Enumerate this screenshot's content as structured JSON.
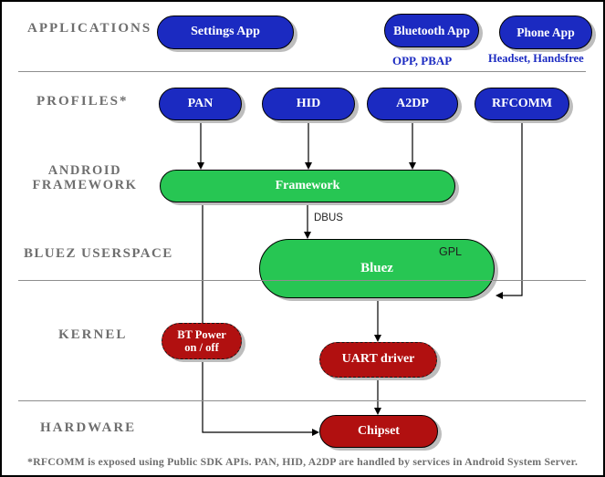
{
  "colors": {
    "blue": "#1b2ac1",
    "green": "#27c653",
    "red": "#b11010",
    "label": "#6e6e6e",
    "caption": "#1b2ac1",
    "shadow": "#bdbdbd",
    "divider": "#8e8e8e"
  },
  "sections": {
    "applications": "APPLICATIONS",
    "profiles": "PROFILES*",
    "android_framework": "ANDROID FRAMEWORK",
    "bluez_userspace": "BLUEZ USERSPACE",
    "kernel": "KERNEL",
    "hardware": "HARDWARE"
  },
  "nodes": {
    "settings_app": "Settings App",
    "bluetooth_app": "Bluetooth App",
    "phone_app": "Phone App",
    "pan": "PAN",
    "hid": "HID",
    "a2dp": "A2DP",
    "rfcomm": "RFCOMM",
    "framework": "Framework",
    "bluez": "Bluez",
    "bt_power_line1": "BT Power",
    "bt_power_line2": "on / off",
    "uart_driver": "UART driver",
    "chipset": "Chipset"
  },
  "captions": {
    "bluetooth_app_profiles": "OPP, PBAP",
    "phone_app_profiles": "Headset, Handsfree",
    "dbus": "DBUS",
    "gpl": "GPL"
  },
  "footnote": "*RFCOMM is exposed using Public SDK APIs. PAN, HID, A2DP are handled by services in Android System Server."
}
